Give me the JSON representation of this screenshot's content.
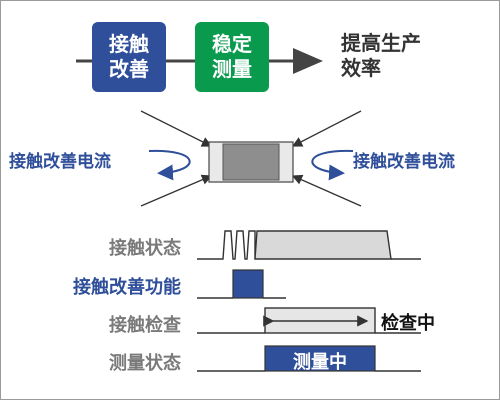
{
  "flow": {
    "step1": [
      "接触",
      "改善"
    ],
    "step2": [
      "稳定",
      "测量"
    ],
    "result": [
      "提高生产",
      "效率"
    ]
  },
  "component": {
    "left_label": "接触改善电流",
    "right_label": "接触改善电流"
  },
  "timing": {
    "rows": [
      "接触状态",
      "接触改善功能",
      "接触检查",
      "测量状态"
    ],
    "check_label": "检查中",
    "measure_label": "测量中"
  },
  "colors": {
    "blue": "#2f4f9a",
    "green": "#0a9a4e",
    "gray_fill": "#d9d9d9",
    "dark_gray": "#333333"
  }
}
